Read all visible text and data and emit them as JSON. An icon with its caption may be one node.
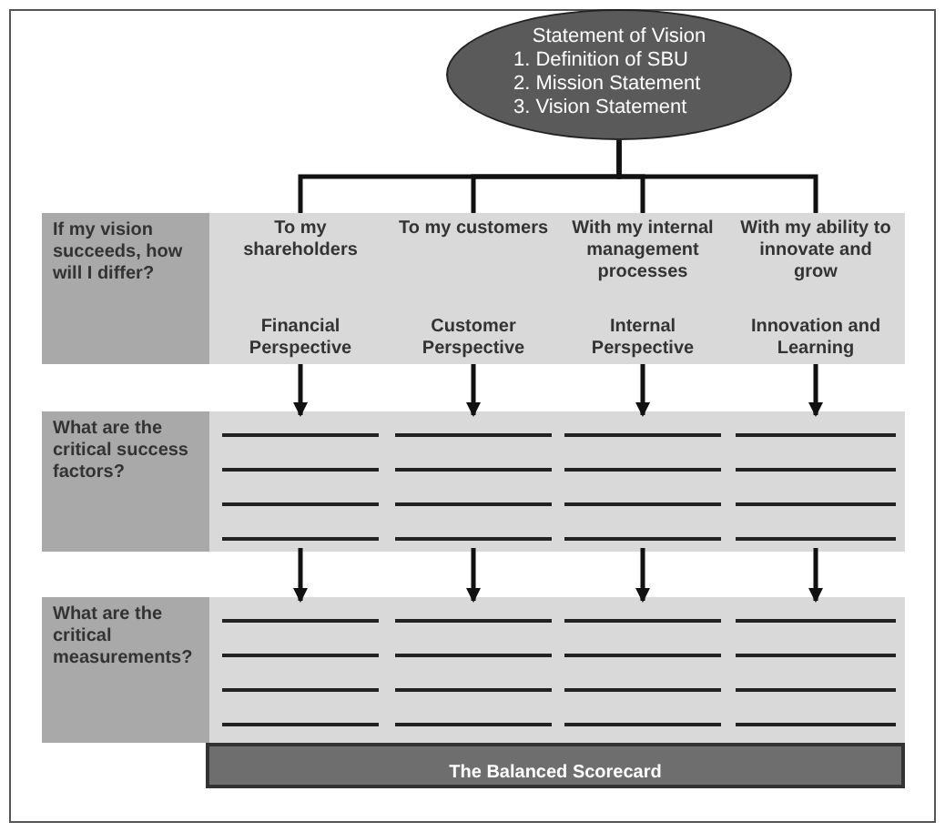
{
  "diagram": {
    "nodes": [
      {
        "text": [
          "Statement of Vision",
          "1. Definition of SBU",
          "2. Mission Statement",
          "3. Vision Statement"
        ]
      },
      {
        "text": [
          "If my vision succeeds, how will I differ?"
        ]
      },
      {
        "text": [
          "To my shareholders",
          "Financial Perspective"
        ]
      },
      {
        "text": [
          "To my customers",
          "Customer Perspective"
        ]
      },
      {
        "text": [
          "With my internal management processes",
          "Internal Perspective"
        ]
      },
      {
        "text": [
          "With my ability to innovate and grow",
          "Innovation and Learning"
        ]
      },
      {
        "text": [
          "What are the critical success factors?"
        ]
      },
      {
        "text": [],
        "shape": "box"
      },
      {
        "text": [],
        "shape": "box"
      },
      {
        "text": [],
        "shape": "box"
      },
      {
        "text": [],
        "shape": "box"
      },
      {
        "text": [
          "What are the critical measurements?"
        ]
      },
      {
        "text": [],
        "shape": "box"
      },
      {
        "text": [],
        "shape": "box"
      },
      {
        "text": [],
        "shape": "box"
      },
      {
        "text": [],
        "shape": "box"
      },
      {
        "text": [
          "The Balanced Scorecard"
        ]
      }
    ],
    "edges": [
      {
        "from": 0,
        "to": 2,
        "arrow": "none"
      },
      {
        "from": 0,
        "to": 3,
        "arrow": "none"
      },
      {
        "from": 0,
        "to": 4,
        "arrow": "none"
      },
      {
        "from": 0,
        "to": 5,
        "arrow": "none"
      },
      {
        "from": 2,
        "to": 7,
        "arrow": "to"
      },
      {
        "from": 3,
        "to": 8,
        "arrow": "to"
      },
      {
        "from": 4,
        "to": 9,
        "arrow": "to"
      },
      {
        "from": 5,
        "to": 10,
        "arrow": "to"
      },
      {
        "from": 7,
        "to": 12,
        "arrow": "to"
      },
      {
        "from": 8,
        "to": 13,
        "arrow": "to"
      },
      {
        "from": 9,
        "to": 14,
        "arrow": "to"
      },
      {
        "from": 10,
        "to": 15,
        "arrow": "to"
      }
    ]
  }
}
